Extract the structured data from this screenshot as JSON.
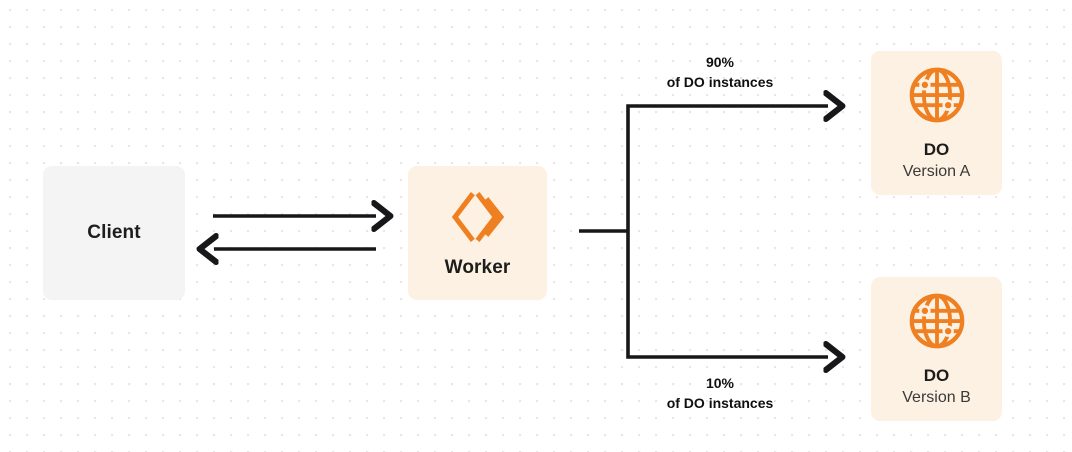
{
  "diagram": {
    "type": "architecture-flow",
    "background": {
      "color": "#ffffff",
      "dot_color": "#e7e7e9"
    },
    "accent_color": "#f6821f",
    "nodes": [
      {
        "id": "client",
        "title": "Client",
        "subtitle": "",
        "icon": "",
        "fill": "#f4f4f5"
      },
      {
        "id": "worker",
        "title": "Worker",
        "subtitle": "",
        "icon": "cloudflare-workers-icon",
        "fill": "#fdf1e4"
      },
      {
        "id": "do_a",
        "title": "DO",
        "subtitle": "Version A",
        "icon": "globe-icon",
        "fill": "#fdf1e4"
      },
      {
        "id": "do_b",
        "title": "DO",
        "subtitle": "Version B",
        "icon": "globe-icon",
        "fill": "#fdf1e4"
      }
    ],
    "edges": [
      {
        "id": "client-to-worker",
        "from": "client",
        "to": "worker",
        "direction": "right",
        "label": ""
      },
      {
        "id": "worker-to-client",
        "from": "worker",
        "to": "client",
        "direction": "left",
        "label": ""
      },
      {
        "id": "worker-to-do-a",
        "from": "worker",
        "to": "do_a",
        "direction": "right",
        "label_line1": "90%",
        "label_line2": "of DO instances",
        "percent": 90
      },
      {
        "id": "worker-to-do-b",
        "from": "worker",
        "to": "do_b",
        "direction": "right",
        "label_line1": "10%",
        "label_line2": "of DO instances",
        "percent": 10
      }
    ]
  }
}
